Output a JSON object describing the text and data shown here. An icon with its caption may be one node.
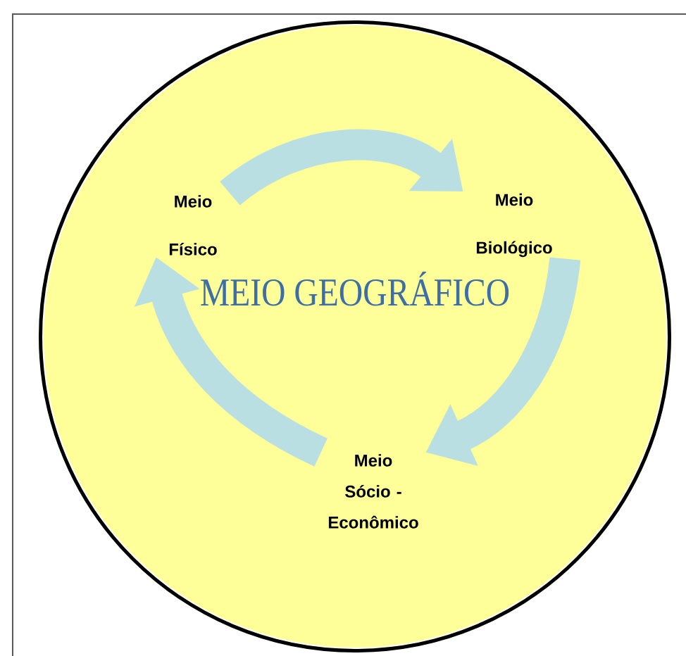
{
  "diagram": {
    "nodes": [
      {
        "text": [
          "MEIO GEOGRÁFICO"
        ]
      },
      {
        "text": [
          "Meio Físico"
        ],
        "in": 0
      },
      {
        "text": [
          "Meio Biológico"
        ],
        "in": 0
      },
      {
        "text": [
          "Meio Sócio - Econômico"
        ],
        "in": 0
      }
    ],
    "edges": [
      {
        "from": 1,
        "to": 2,
        "arrow": "to"
      },
      {
        "from": 2,
        "to": 3,
        "arrow": "to"
      },
      {
        "from": 3,
        "to": 1,
        "arrow": "to"
      }
    ]
  }
}
